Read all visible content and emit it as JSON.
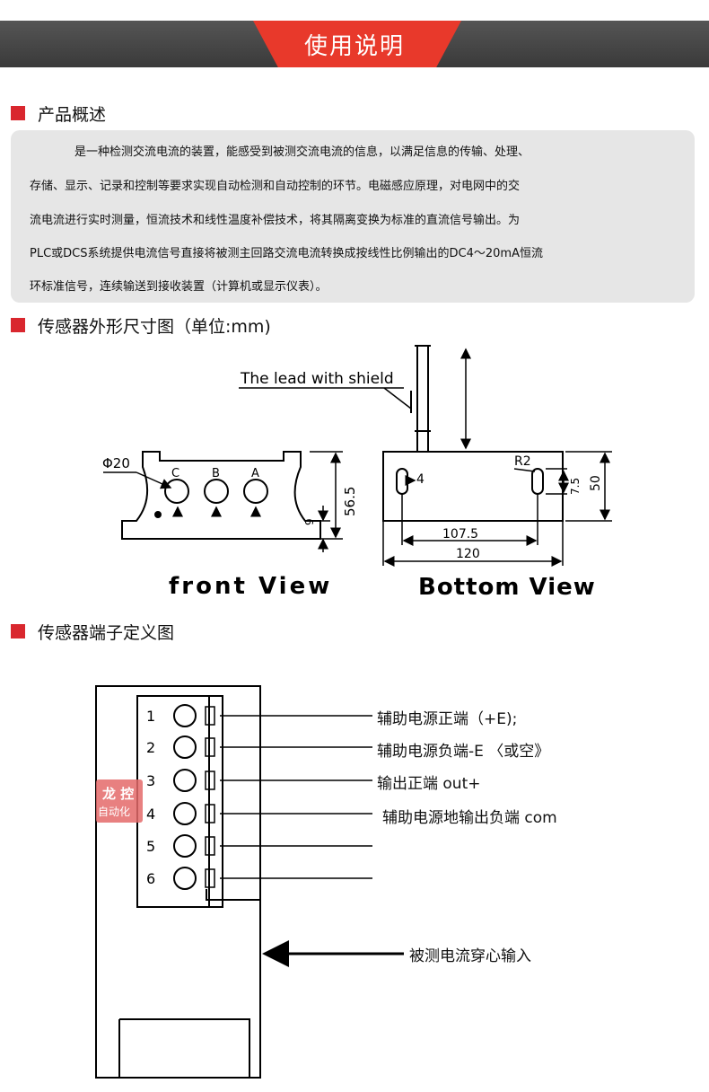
{
  "banner": {
    "title": "使用说明"
  },
  "overview": {
    "heading": "产品概述",
    "lines": [
      "是一种检测交流电流的装置，能感受到被测交流电流的信息，以满足信息的传输、处理、",
      "存储、显示、记录和控制等要求实现自动检测和自动控制的环节。电磁感应原理，对电网中的交",
      "流电流进行实时测量，恒流技术和线性温度补偿技术，将其隔离变换为标准的直流信号输出。为",
      "PLC或DCS系统提供电流信号直接将被测主回路交流电流转换成按线性比例输出的DC4～20mA恒流",
      "环标准信号，连续输送到接收装置（计算机或显示仪表）。"
    ]
  },
  "dimensions": {
    "heading": "传感器外形尺寸图（单位:mm)",
    "lead_label": "The lead with shield",
    "front": {
      "phi_label": "Φ20",
      "terminals": [
        "C",
        "B",
        "A"
      ],
      "height_label": "56.5",
      "base_label": "9",
      "view_label": "front View"
    },
    "bottom": {
      "hole_label": "4",
      "radius_label": "R2",
      "slot_label": "7.5",
      "height_label": "50",
      "inner_width_label": "107.5",
      "width_label": "120",
      "view_label": "Bottom View"
    }
  },
  "terminals": {
    "heading": "传感器端子定义图",
    "numbers": [
      "1",
      "2",
      "3",
      "4",
      "5",
      "6"
    ],
    "logo": {
      "line1": "龙 控",
      "line2": "自动化"
    },
    "labels": [
      "辅助电源正端（+E);",
      "辅助电源负端-E 〈或空》",
      "输出正端 out+",
      "辅助电源地输出负端 com"
    ],
    "input_label": "被测电流穿心输入"
  }
}
